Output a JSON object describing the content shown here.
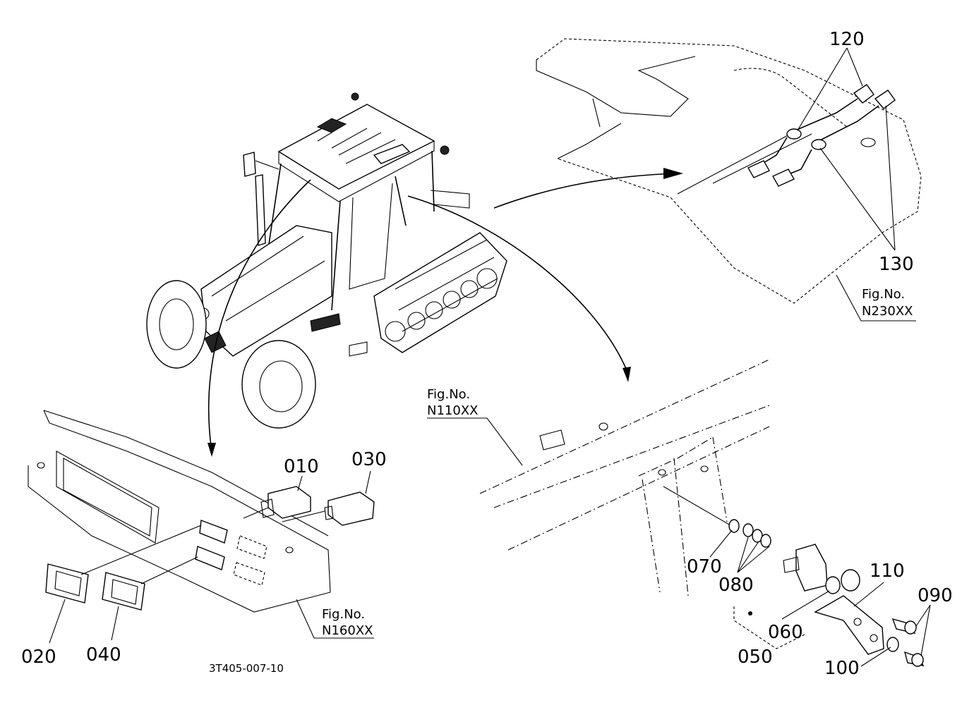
{
  "diagram_code": "3T405-007-10",
  "callouts": {
    "c010": "010",
    "c020": "020",
    "c030": "030",
    "c040": "040",
    "c050": "050",
    "c060": "060",
    "c070": "070",
    "c080": "080",
    "c090": "090",
    "c100": "100",
    "c110": "110",
    "c120": "120",
    "c130": "130"
  },
  "figure_refs": {
    "n160": {
      "line1": "Fig.No.",
      "line2": "N160XX"
    },
    "n110": {
      "line1": "Fig.No.",
      "line2": "N110XX"
    },
    "n230": {
      "line1": "Fig.No.",
      "line2": "N230XX"
    }
  }
}
